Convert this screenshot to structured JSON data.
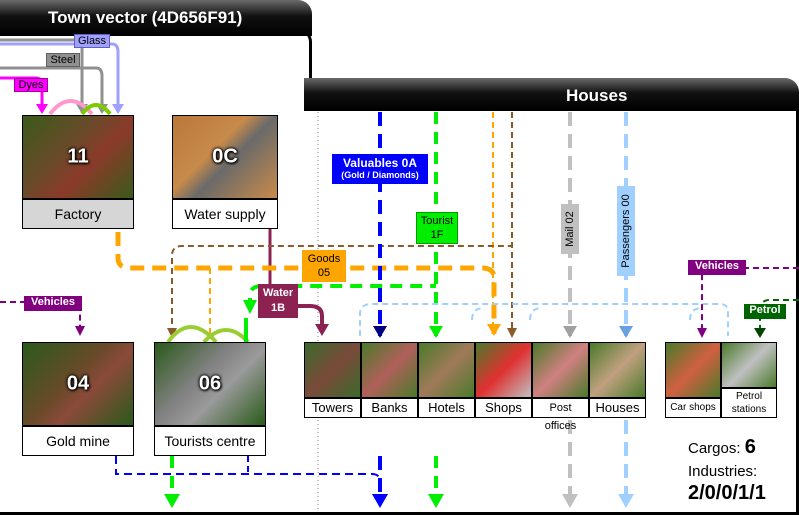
{
  "town": {
    "title": "Town vector (4D656F91)"
  },
  "houses": {
    "title": "Houses"
  },
  "industries": [
    {
      "id": "factory",
      "code": "11",
      "name": "Factory"
    },
    {
      "id": "water",
      "code": "0C",
      "name": "Water supply"
    },
    {
      "id": "goldmine",
      "code": "04",
      "name": "Gold mine"
    },
    {
      "id": "tourists",
      "code": "06",
      "name": "Tourists centre"
    }
  ],
  "house_types": [
    "Towers",
    "Banks",
    "Hotels",
    "Shops",
    "Post offices",
    "Houses"
  ],
  "shops": [
    {
      "name": "Car shops"
    },
    {
      "name": "Petrol stations"
    }
  ],
  "cargo_labels": {
    "glass": "Glass",
    "steel": "Steel",
    "dyes": "Dyes",
    "vehicles_left": "Vehicles",
    "vehicles_right": "Vehicles",
    "petrol": "Petrol",
    "water": "Water 1B",
    "goods": "Goods 05",
    "valuables": "Valuables 0A",
    "valuables_sub": "(Gold / Diamonds)",
    "tourist": "Tourist 1F",
    "mail": "Mail 02",
    "passengers": "Passengers 00"
  },
  "stats": {
    "cargos_label": "Cargos:",
    "cargos_value": "6",
    "industries_label": "Industries:",
    "industries_value": "2/0/0/1/1"
  },
  "colors": {
    "glass": "#a0a0ff",
    "steel": "#909090",
    "dyes": "#ff00ff",
    "vehicles": "#800080",
    "petrol": "#006400",
    "water": "#8b2252",
    "goods": "#ffa500",
    "valuables": "#0000ff",
    "tourist": "#00ee00",
    "mail": "#c0c0c0",
    "passengers": "#a0d0ff",
    "brown": "#8b5a2b"
  }
}
